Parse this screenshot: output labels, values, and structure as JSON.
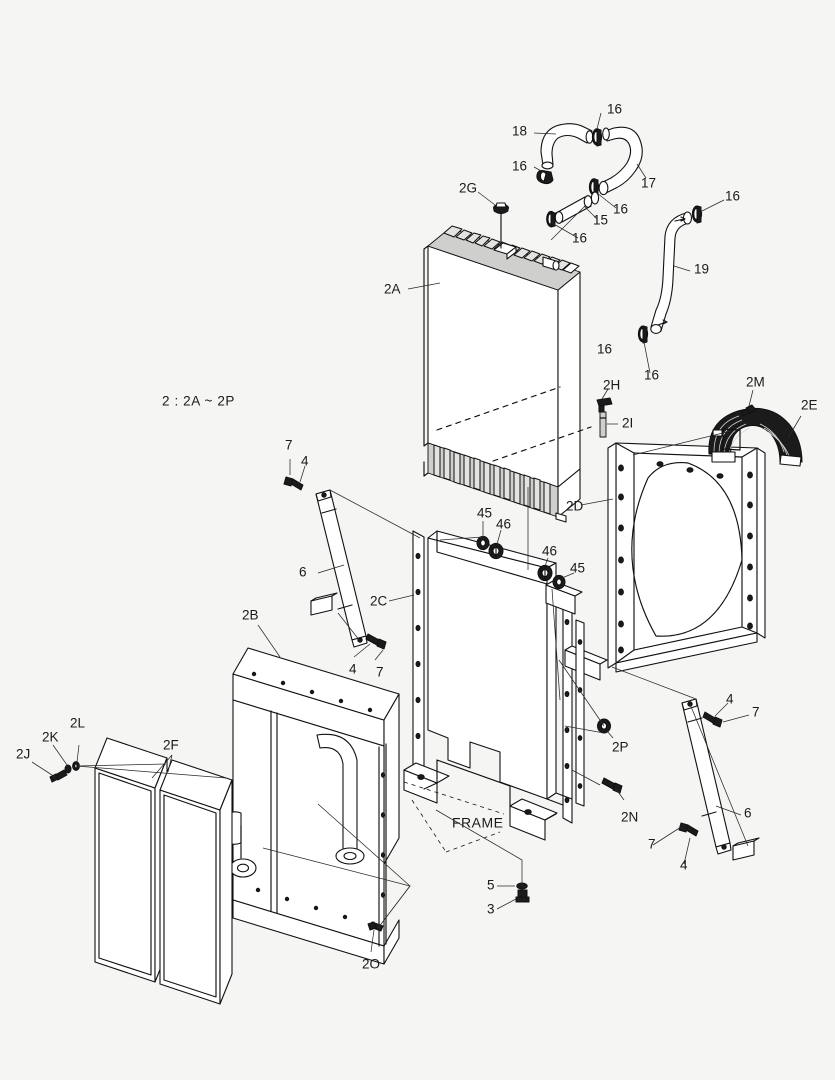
{
  "diagram": {
    "title_note": "2 : 2A ~ 2P",
    "frame_label": "FRAME",
    "callouts": [
      {
        "id": "c-16-a",
        "text": "16"
      },
      {
        "id": "c-18",
        "text": "18"
      },
      {
        "id": "c-16-b",
        "text": "16"
      },
      {
        "id": "c-17",
        "text": "17"
      },
      {
        "id": "c-16-c",
        "text": "16"
      },
      {
        "id": "c-15",
        "text": "15"
      },
      {
        "id": "c-16-d",
        "text": "16"
      },
      {
        "id": "c-2G",
        "text": "2G"
      },
      {
        "id": "c-16-e",
        "text": "16"
      },
      {
        "id": "c-16-f",
        "text": "16"
      },
      {
        "id": "c-19",
        "text": "19"
      },
      {
        "id": "c-16-g",
        "text": "16"
      },
      {
        "id": "c-2A",
        "text": "2A"
      },
      {
        "id": "c-2H",
        "text": "2H"
      },
      {
        "id": "c-2I",
        "text": "2I"
      },
      {
        "id": "c-2M",
        "text": "2M"
      },
      {
        "id": "c-2E",
        "text": "2E"
      },
      {
        "id": "c-2D",
        "text": "2D"
      },
      {
        "id": "c-7-a",
        "text": "7"
      },
      {
        "id": "c-4-a",
        "text": "4"
      },
      {
        "id": "c-6-a",
        "text": "6"
      },
      {
        "id": "c-4-b",
        "text": "4"
      },
      {
        "id": "c-7-b",
        "text": "7"
      },
      {
        "id": "c-45-a",
        "text": "45"
      },
      {
        "id": "c-46-a",
        "text": "46"
      },
      {
        "id": "c-46-b",
        "text": "46"
      },
      {
        "id": "c-45-b",
        "text": "45"
      },
      {
        "id": "c-2C",
        "text": "2C"
      },
      {
        "id": "c-2B",
        "text": "2B"
      },
      {
        "id": "c-2J",
        "text": "2J"
      },
      {
        "id": "c-2K",
        "text": "2K"
      },
      {
        "id": "c-2L",
        "text": "2L"
      },
      {
        "id": "c-2F",
        "text": "2F"
      },
      {
        "id": "c-2P",
        "text": "2P"
      },
      {
        "id": "c-2N",
        "text": "2N"
      },
      {
        "id": "c-7-c",
        "text": "7"
      },
      {
        "id": "c-4-c",
        "text": "4"
      },
      {
        "id": "c-6-b",
        "text": "6"
      },
      {
        "id": "c-7-d",
        "text": "7"
      },
      {
        "id": "c-4-d",
        "text": "4"
      },
      {
        "id": "c-5",
        "text": "5"
      },
      {
        "id": "c-3",
        "text": "3"
      },
      {
        "id": "c-2O",
        "text": "2O"
      }
    ],
    "colors": {
      "background": "#f5f5f4",
      "line": "#1a1a1a",
      "fill_light": "#ffffff",
      "fill_mid": "#e3e3e1",
      "fill_dark": "#1b1b1b"
    }
  }
}
